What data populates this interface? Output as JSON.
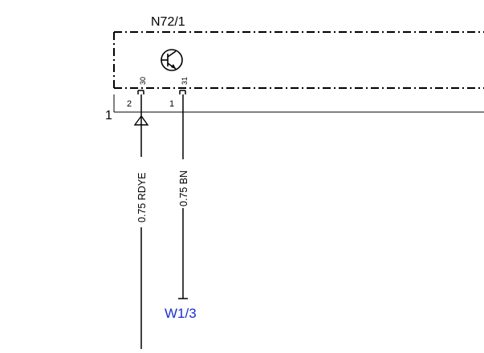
{
  "component": {
    "name": "N72/1"
  },
  "connector": {
    "label": "1",
    "pins": [
      {
        "pin": "2",
        "terminal": "30"
      },
      {
        "pin": "1",
        "terminal": "31"
      }
    ]
  },
  "wires": [
    {
      "label": "0.75 RDYE",
      "color_code": "RDYE"
    },
    {
      "label": "0.75 BN",
      "color_code": "BN"
    }
  ],
  "ground_ref": {
    "label": "W1/3",
    "color": "#1a2fd0"
  }
}
